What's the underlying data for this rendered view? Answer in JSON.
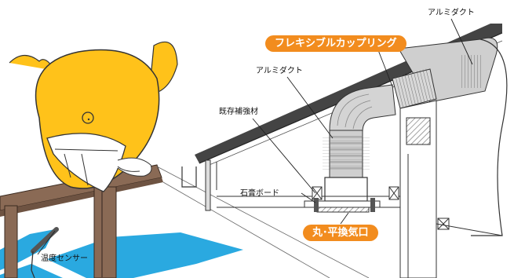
{
  "labels": {
    "aluminum_duct_right": "アルミダクト",
    "flex_coupling": "フレキシブルカップリング",
    "aluminum_duct_center": "アルミダクト",
    "existing_reinforcement": "既存補強材",
    "gypsum_board": "石膏ボード",
    "round_flat_vent": "丸･平換気口",
    "temperature_sensor": "温度センサー"
  },
  "colors": {
    "highlight": "#f28c1e",
    "mascot": "#ffc21a",
    "duct": "#c9c9c9",
    "wood": "#8a6a55",
    "water": "#2aa9e0"
  }
}
